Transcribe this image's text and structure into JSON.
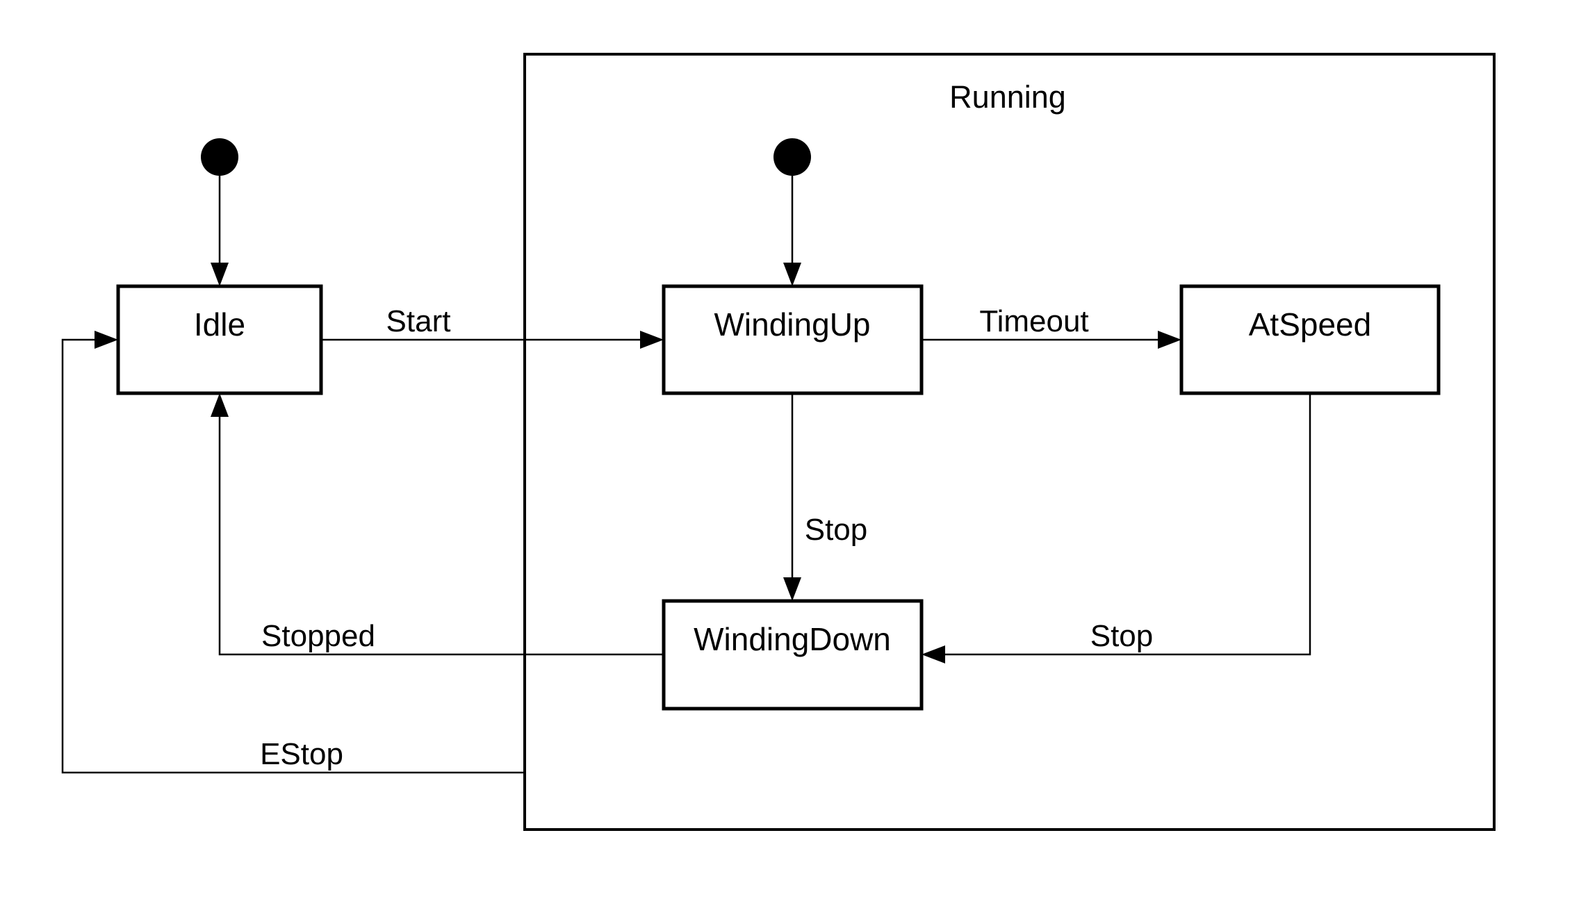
{
  "diagram": {
    "type": "uml-state-machine",
    "colors": {
      "background": "#ffffff",
      "line": "#000000",
      "text": "#000000",
      "state_fill": "#ffffff"
    },
    "composite_state": {
      "label": "Running"
    },
    "states": [
      {
        "id": "idle",
        "label": "Idle"
      },
      {
        "id": "winding_up",
        "label": "WindingUp"
      },
      {
        "id": "at_speed",
        "label": "AtSpeed"
      },
      {
        "id": "winding_down",
        "label": "WindingDown"
      }
    ],
    "initial_markers": [
      {
        "id": "initial_top_level",
        "icon": "filled-circle",
        "points_to": "idle"
      },
      {
        "id": "initial_running",
        "icon": "filled-circle",
        "points_to": "winding_up"
      }
    ],
    "transitions": [
      {
        "id": "t_init_idle",
        "from": "initial_top_level",
        "to": "idle",
        "label": ""
      },
      {
        "id": "t_init_winding_up",
        "from": "initial_running",
        "to": "winding_up",
        "label": ""
      },
      {
        "id": "t_start",
        "from": "idle",
        "to": "winding_up",
        "label": "Start"
      },
      {
        "id": "t_timeout",
        "from": "winding_up",
        "to": "at_speed",
        "label": "Timeout"
      },
      {
        "id": "t_stop_mid",
        "from": "winding_up",
        "to": "winding_down",
        "label": "Stop"
      },
      {
        "id": "t_stop_right",
        "from": "at_speed",
        "to": "winding_down",
        "label": "Stop"
      },
      {
        "id": "t_stopped",
        "from": "winding_down",
        "to": "idle",
        "label": "Stopped"
      },
      {
        "id": "t_estop",
        "from": "running",
        "to": "idle",
        "label": "EStop"
      }
    ]
  }
}
